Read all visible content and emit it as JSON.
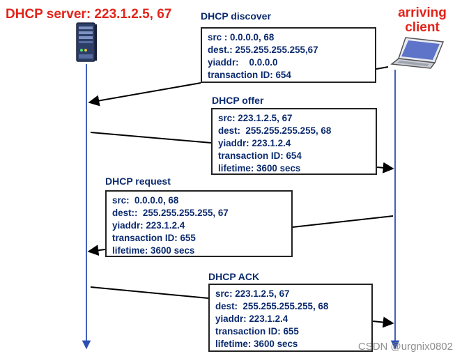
{
  "server": {
    "title": "DHCP server: 223.1.2.5,  67"
  },
  "client": {
    "title_line1": "arriving",
    "title_line2": "client"
  },
  "messages": [
    {
      "title": "DHCP discover",
      "lines": [
        "src : 0.0.0.0, 68",
        "dest.: 255.255.255.255,67",
        "yiaddr:    0.0.0.0",
        "transaction ID: 654"
      ]
    },
    {
      "title": "DHCP offer",
      "lines": [
        "src: 223.1.2.5, 67",
        "dest:  255.255.255.255, 68",
        "yiaddr: 223.1.2.4",
        "transaction ID: 654",
        "lifetime: 3600 secs"
      ]
    },
    {
      "title": "DHCP request",
      "lines": [
        "src:  0.0.0.0, 68",
        "dest::  255.255.255.255, 67",
        "yiaddr: 223.1.2.4",
        "transaction ID: 655",
        "lifetime: 3600 secs"
      ]
    },
    {
      "title": "DHCP ACK",
      "lines": [
        "src: 223.1.2.5, 67",
        "dest:  255.255.255.255, 68",
        "yiaddr: 223.1.2.4",
        "transaction ID: 655",
        "lifetime: 3600 secs"
      ]
    }
  ],
  "watermark": "CSDN @urgnix0802",
  "colors": {
    "title_red": "#e2231a",
    "text_blue": "#0b2a6e",
    "timeline_blue": "#2b4fb3"
  },
  "icons": [
    "server-icon",
    "laptop-icon"
  ]
}
